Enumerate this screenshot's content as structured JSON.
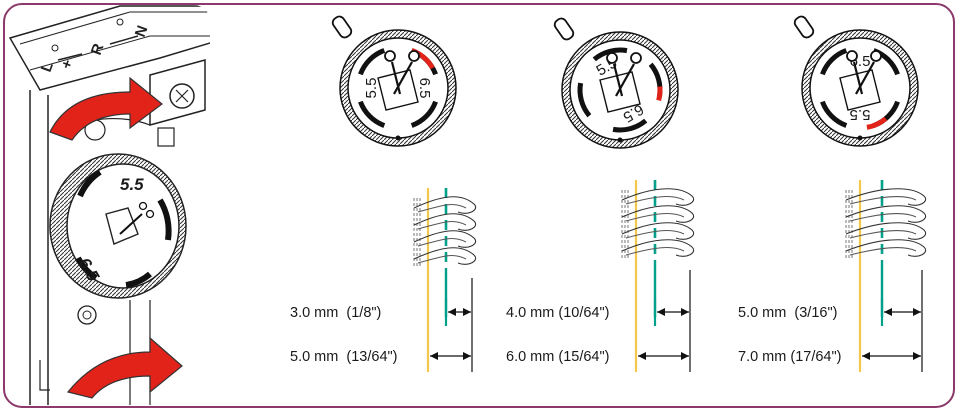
{
  "colors": {
    "frame": "#8b3a6b",
    "arrow_red": "#e2231a",
    "needle_line_yellow": "#f2c84b",
    "cut_line_teal": "#00a08a",
    "dial_red_mark": "#e2231a",
    "ink": "#1a1a1a"
  },
  "machine": {
    "dial_top_label": "5.5",
    "dial_bottom_label": "6.5",
    "marks": [
      "L",
      "+",
      "R",
      "N"
    ],
    "icons": [
      "scissors-fabric-icon",
      "red-curved-arrow-icon"
    ]
  },
  "panels": [
    {
      "dial": {
        "labels": [
          "5.5",
          "6.5"
        ],
        "selected": "5.5"
      },
      "inner_measure": "3.0 mm  (1/8\")",
      "outer_measure": "5.0 mm  (13/64\")"
    },
    {
      "dial": {
        "labels": [
          "5.5",
          "6.5"
        ],
        "selected": "6.0"
      },
      "inner_measure": "4.0 mm (10/64\")",
      "outer_measure": "6.0 mm (15/64\")"
    },
    {
      "dial": {
        "labels": [
          "6.5",
          "5.5"
        ],
        "selected": "6.5"
      },
      "inner_measure": "5.0 mm  (3/16\")",
      "outer_measure": "7.0 mm (17/64\")"
    }
  ]
}
